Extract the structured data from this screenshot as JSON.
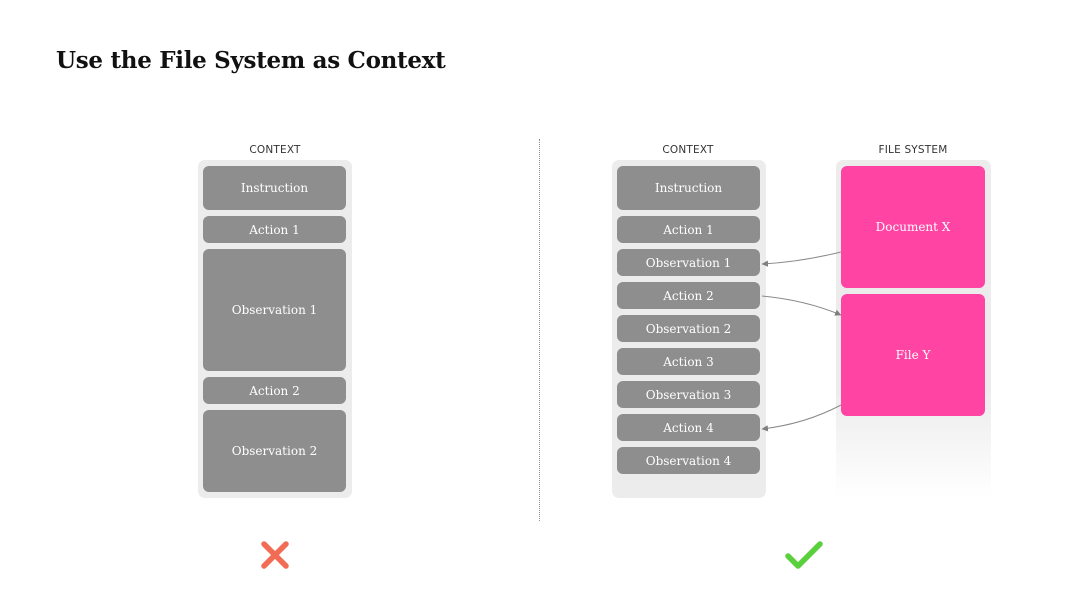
{
  "title": "Use the File System as Context",
  "left": {
    "context_label": "CONTEXT",
    "blocks": [
      "Instruction",
      "Action 1",
      "Observation 1",
      "Action 2",
      "Observation 2"
    ],
    "verdict_icon": "cross-icon",
    "verdict_color": "#f26b55"
  },
  "right": {
    "context_label": "CONTEXT",
    "blocks": [
      "Instruction",
      "Action 1",
      "Observation 1",
      "Action 2",
      "Observation 2",
      "Action 3",
      "Observation 3",
      "Action 4",
      "Observation 4"
    ],
    "fs_label": "FILE SYSTEM",
    "files": [
      "Document X",
      "File Y"
    ],
    "verdict_icon": "check-icon",
    "verdict_color": "#5ad03c"
  },
  "colors": {
    "block_gray": "#8e8e8e",
    "panel_gray": "#ececec",
    "file_pink": "#ff44a3"
  }
}
